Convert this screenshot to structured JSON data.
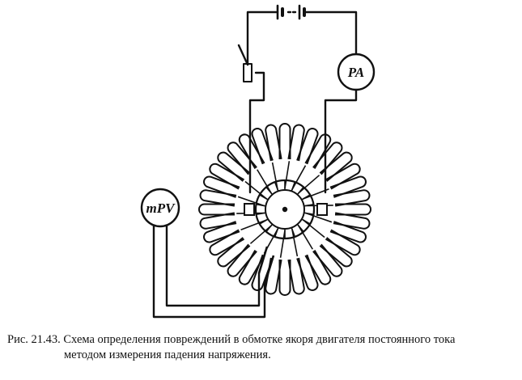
{
  "diagram": {
    "ammeter_label": "PA",
    "millivoltmeter_label": "mPV"
  },
  "caption": {
    "line1": "Рис. 21.43. Схема определения повреждений в обмотке якоря двигателя постоянного тока",
    "line2": "методом измерения падения напряжения."
  }
}
